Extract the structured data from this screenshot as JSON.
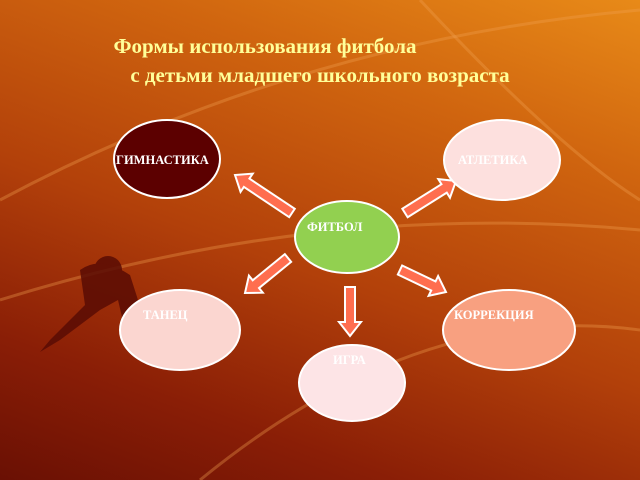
{
  "title": {
    "line1": "Формы использования  фитбола",
    "line2": "с детьми младшего школьного возраста"
  },
  "center": {
    "label": "ФИТБОЛ",
    "color": "#92d050"
  },
  "nodes": [
    {
      "label": "ГИМНАСТИКА",
      "color": "#5c0000"
    },
    {
      "label": "АТЛЕТИКА",
      "color": "#fde0de"
    },
    {
      "label": "ТАНЕЦ",
      "color": "#fbd6d0"
    },
    {
      "label": "ИГРА",
      "color": "#fde4e6"
    },
    {
      "label": "КОРРЕКЦИЯ",
      "color": "#f8a080"
    }
  ],
  "arrow_color": "#ff6e4f"
}
